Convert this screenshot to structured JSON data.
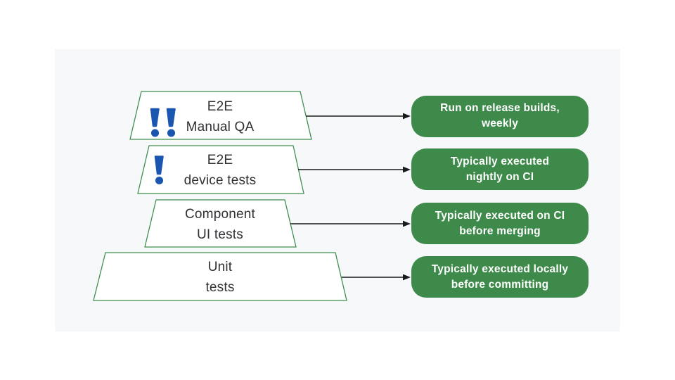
{
  "colors": {
    "description_box_green": "#3e8a4a",
    "trapezoid_border_green": "#3f8f52",
    "exclamation_blue": "#1a56b0",
    "panel_background": "#f7f8fa",
    "label_text": "#303134",
    "arrow_black": "#1a1a1a"
  },
  "icons": {
    "level1_badge": "double-exclamation-icon",
    "level2_badge": "exclamation-icon"
  },
  "levels": [
    {
      "label_line1": "E2E",
      "label_line2": "Manual QA",
      "desc_line1": "Run on release builds,",
      "desc_line2": "weekly"
    },
    {
      "label_line1": "E2E",
      "label_line2": "device tests",
      "desc_line1": "Typically executed",
      "desc_line2": "nightly on CI"
    },
    {
      "label_line1": "Component",
      "label_line2": "UI tests",
      "desc_line1": "Typically executed on CI",
      "desc_line2": "before merging"
    },
    {
      "label_line1": "Unit",
      "label_line2": "tests",
      "desc_line1": "Typically executed locally",
      "desc_line2": "before committing"
    }
  ]
}
